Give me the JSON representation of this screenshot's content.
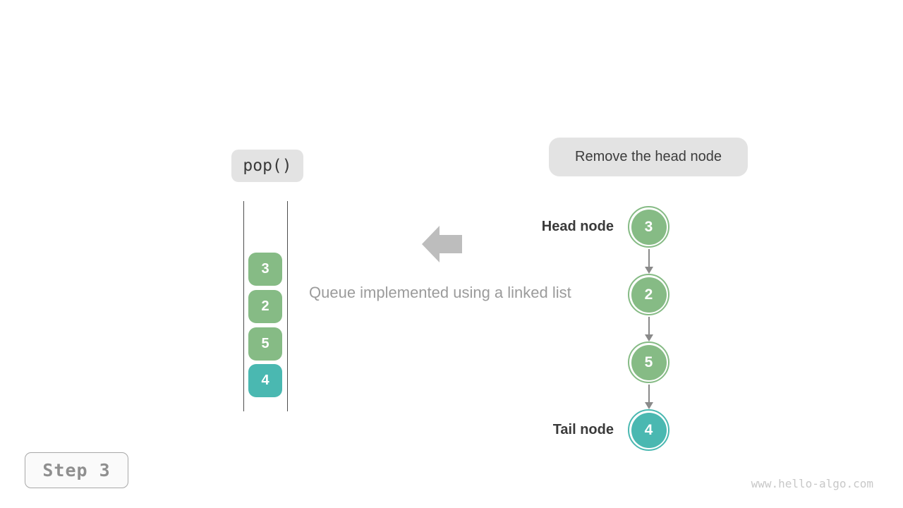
{
  "palette": {
    "node_green": "#86bb85",
    "node_teal": "#4ab8b1",
    "label_bg": "#e3e3e3",
    "big_arrow_gray": "#bdbdbd",
    "connector_gray": "#8a8a8a",
    "dark_text": "#3a3a3a",
    "muted_text": "#9b9b9b"
  },
  "operation": {
    "label": "pop()"
  },
  "annotation": {
    "label": "Remove the head node"
  },
  "caption": {
    "text": "Queue implemented using a linked list"
  },
  "queue_stack": {
    "items": [
      {
        "value": "3",
        "color": "#86bb85"
      },
      {
        "value": "2",
        "color": "#86bb85"
      },
      {
        "value": "5",
        "color": "#86bb85"
      },
      {
        "value": "4",
        "color": "#4ab8b1"
      }
    ]
  },
  "linked_list": {
    "head_label": "Head node",
    "tail_label": "Tail node",
    "nodes": [
      {
        "value": "3",
        "color": "#86bb85"
      },
      {
        "value": "2",
        "color": "#86bb85"
      },
      {
        "value": "5",
        "color": "#86bb85"
      },
      {
        "value": "4",
        "color": "#4ab8b1"
      }
    ]
  },
  "footer": {
    "step_label": "Step 3",
    "watermark": "www.hello-algo.com"
  }
}
